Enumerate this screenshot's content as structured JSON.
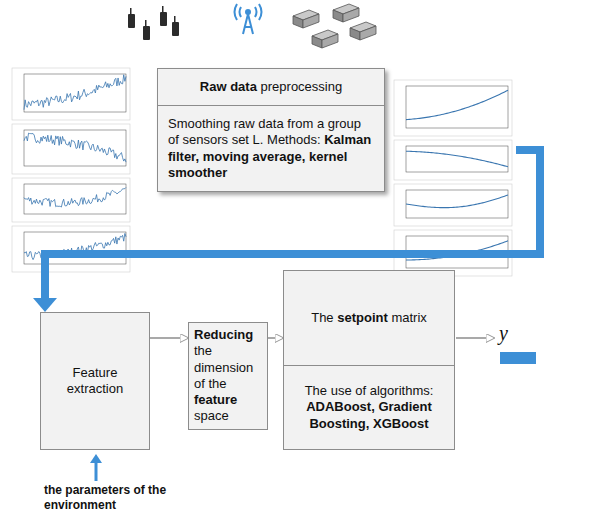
{
  "diagram": {
    "nodes": [
      {
        "text": [
          "Raw data preprocessing",
          "Smoothing raw data from a group of sensors set L. Methods: Kalman filter, moving average, kernel smoother"
        ]
      },
      {
        "text": [
          "Feature extraction"
        ]
      },
      {
        "text": [
          "Reducing the dimension of the feature space"
        ]
      },
      {
        "text": [
          "The setpoint matrix",
          "The use of algorithms: ADABoost, Gradient Boosting, XGBoost"
        ]
      }
    ],
    "edges": [
      {
        "from": 1,
        "to": 2,
        "arrow": "to"
      },
      {
        "from": 2,
        "to": 3,
        "arrow": "to"
      }
    ],
    "labels": [
      "y",
      "the parameters of the environment"
    ]
  }
}
